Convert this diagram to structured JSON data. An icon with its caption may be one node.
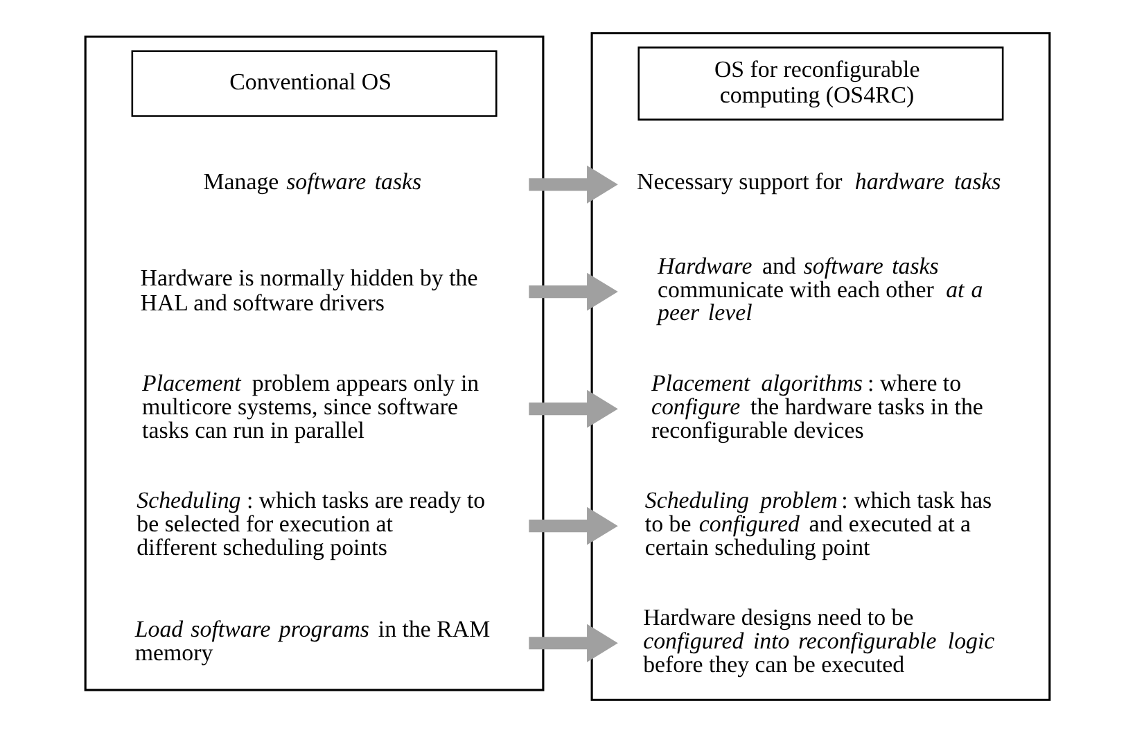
{
  "diagram": {
    "nodes": [
      {
        "text": [],
        "shape": "box"
      },
      {
        "text": [
          "Conventional OS"
        ],
        "in": 0
      },
      {
        "text": [
          "Manage *software tasks*"
        ],
        "in": 0
      },
      {
        "text": [
          "Hardware is normally hidden by the HAL and software drivers"
        ],
        "in": 0
      },
      {
        "text": [
          "*Placement* problem appears only in multicore systems, since software tasks can run in parallel"
        ],
        "in": 0
      },
      {
        "text": [
          "*Scheduling*: which tasks are ready to be selected for execution at different scheduling points"
        ],
        "in": 0
      },
      {
        "text": [
          "*Load software programs* in the RAM memory"
        ],
        "in": 0
      },
      {
        "text": [],
        "shape": "box"
      },
      {
        "text": [
          "OS for reconfigurable computing (OS4RC)"
        ],
        "in": 7
      },
      {
        "text": [
          "Necessary support for *hardware tasks*"
        ],
        "in": 7
      },
      {
        "text": [
          "*Hardware* and *software tasks* communicate with each other *at a peer level*"
        ],
        "in": 7
      },
      {
        "text": [
          "*Placement algorithms*: where to *configure* the hardware tasks in the reconfigurable devices"
        ],
        "in": 7
      },
      {
        "text": [
          "*Scheduling problem*: which task has to be *configured* and executed at a certain scheduling point"
        ],
        "in": 7
      },
      {
        "text": [
          "Hardware designs need to be *configured into reconfigurable logic* before they can be executed"
        ],
        "in": 7
      }
    ],
    "edges": [
      {
        "from": 2,
        "to": 9,
        "arrow": "to"
      },
      {
        "from": 3,
        "to": 10,
        "arrow": "to"
      },
      {
        "from": 4,
        "to": 11,
        "arrow": "to"
      },
      {
        "from": 5,
        "to": 12,
        "arrow": "to"
      },
      {
        "from": 6,
        "to": 13,
        "arrow": "to"
      }
    ]
  }
}
